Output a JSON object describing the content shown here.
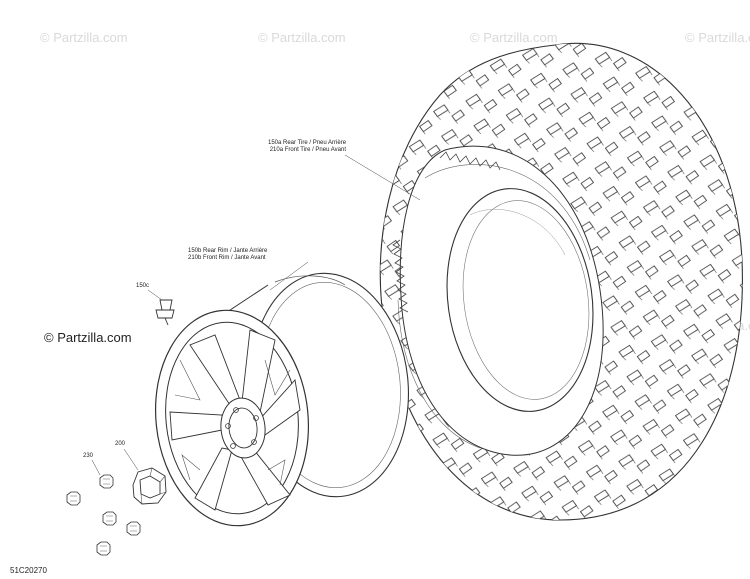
{
  "watermark": "© Partzilla.com",
  "diagram_code": "51C20270",
  "callouts": {
    "tire_line1": "150a Rear Tire / Pneu Arrière",
    "tire_line2": "210a Front Tire / Pneu Avant",
    "rim_line1": "150b Rear Rim / Jante Arrière",
    "rim_line2": "210b Front Rim / Jante Avant",
    "valve": "150c",
    "center_cap": "200",
    "lug_nut": "230"
  }
}
